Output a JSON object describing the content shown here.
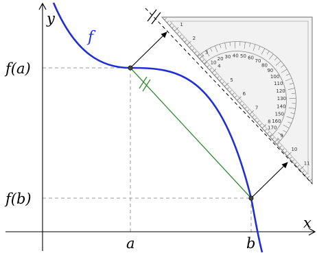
{
  "labels": {
    "y_axis": "y",
    "x_axis": "x",
    "curve": "f",
    "fa": "f(a)",
    "fb": "f(b)",
    "a": "a",
    "b": "b"
  },
  "colors": {
    "curve": "#1f2fd6",
    "secant": "#2e8b2e",
    "axis": "#000000",
    "guide": "#999999",
    "square_fill": "#eeeeee",
    "square_stroke": "#888888"
  },
  "set_square": {
    "protractor_labels": [
      "10",
      "20",
      "30",
      "40",
      "50",
      "60",
      "70",
      "80",
      "90",
      "100",
      "110",
      "120",
      "130",
      "140",
      "150",
      "160",
      "170"
    ],
    "edge_labels": [
      "1",
      "2",
      "3",
      "4",
      "5",
      "6",
      "7",
      "8",
      "9",
      "10",
      "11"
    ]
  }
}
